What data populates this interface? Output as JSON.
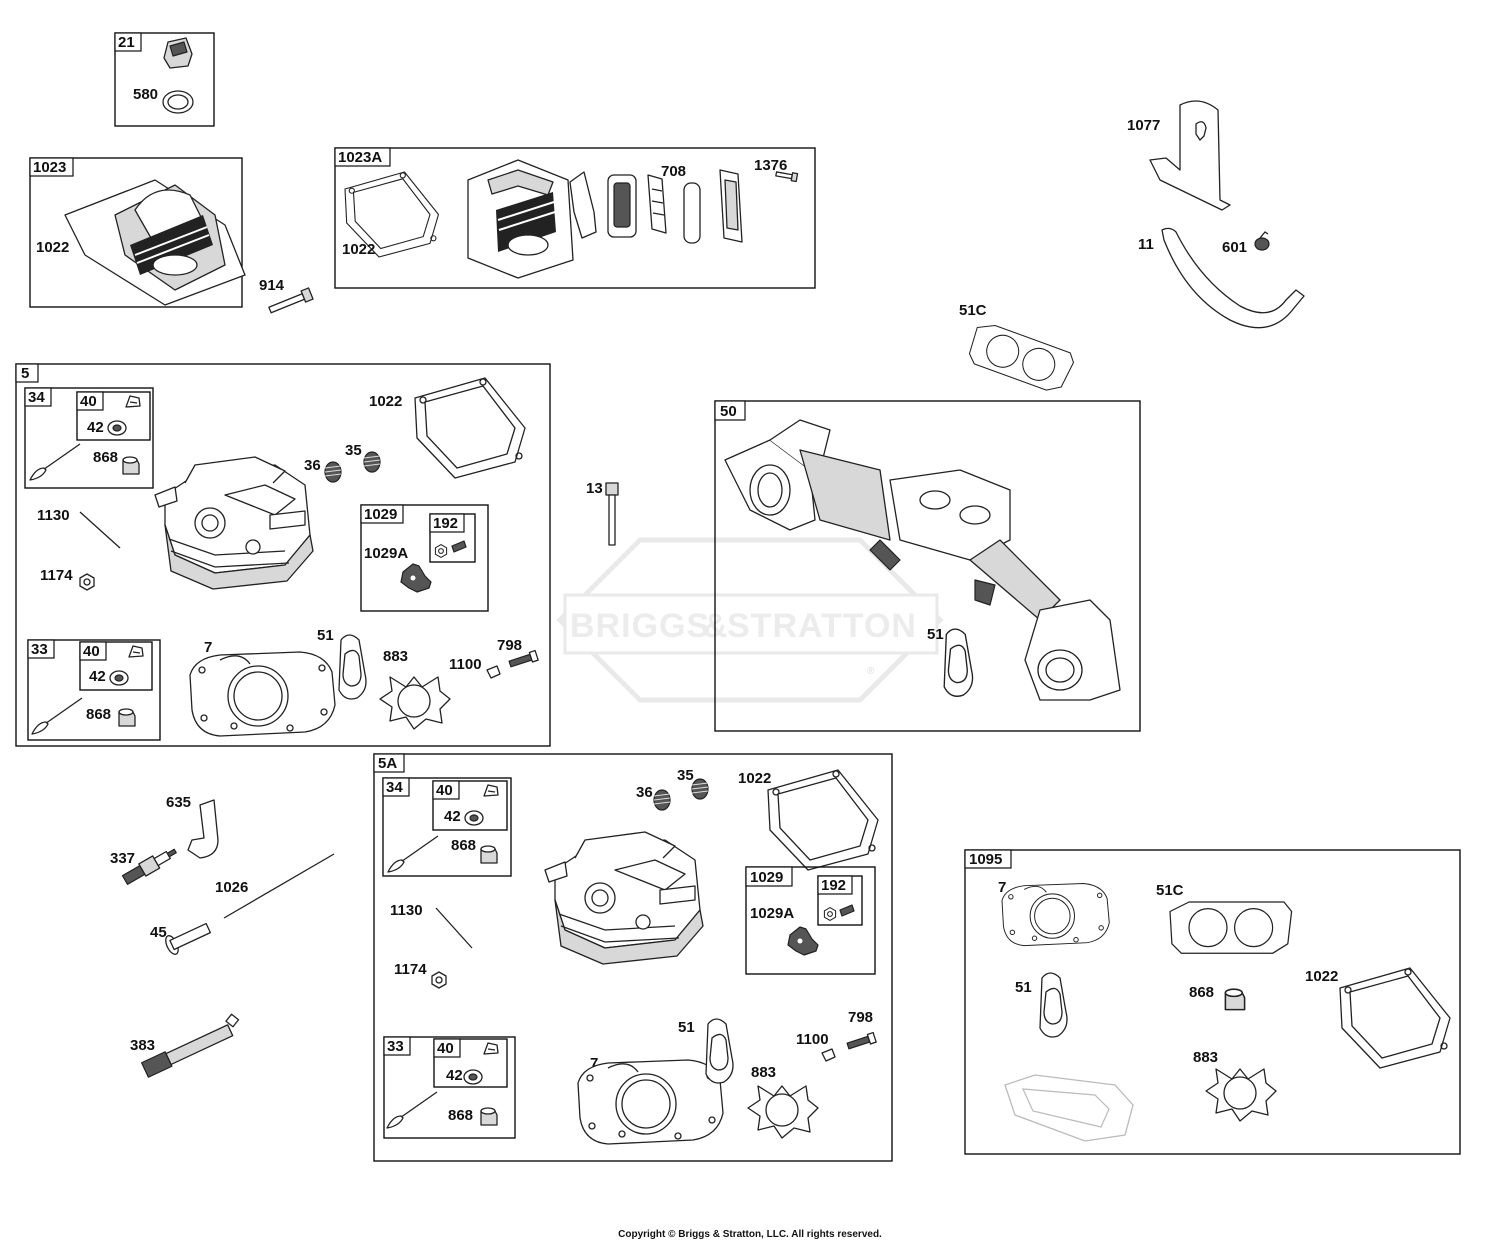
{
  "watermark": {
    "brand": "BRIGGS",
    "amp": "&",
    "brand2": "STRATTON",
    "reg": "®"
  },
  "copyright": "Copyright © Briggs & Stratton, LLC. All rights reserved.",
  "groups": {
    "g21": "21",
    "g1023": "1023",
    "g1023a": "1023A",
    "g5": "5",
    "g34": "34",
    "g40": "40",
    "g1029": "1029",
    "g192": "192",
    "g33": "33",
    "g50": "50",
    "g5a": "5A",
    "g1095": "1095"
  },
  "labels": {
    "l580": "580",
    "l1022": "1022",
    "l914": "914",
    "l708": "708",
    "l1376": "1376",
    "l1077": "1077",
    "l11": "11",
    "l601": "601",
    "l51c": "51C",
    "l42": "42",
    "l868": "868",
    "l36": "36",
    "l35": "35",
    "l1130": "1130",
    "l1174": "1174",
    "l1029a": "1029A",
    "l13": "13",
    "l7": "7",
    "l51": "51",
    "l883": "883",
    "l1100": "1100",
    "l798": "798",
    "l635": "635",
    "l337": "337",
    "l1026": "1026",
    "l45": "45",
    "l383": "383"
  }
}
